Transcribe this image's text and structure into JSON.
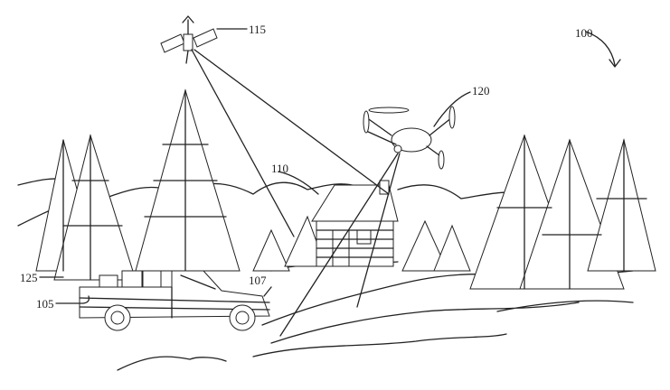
{
  "figure": {
    "labels": {
      "system": "100",
      "vehicle": "105",
      "site_marker": "107",
      "structure": "110",
      "satellite": "115",
      "drone": "120",
      "trees": "125"
    }
  }
}
